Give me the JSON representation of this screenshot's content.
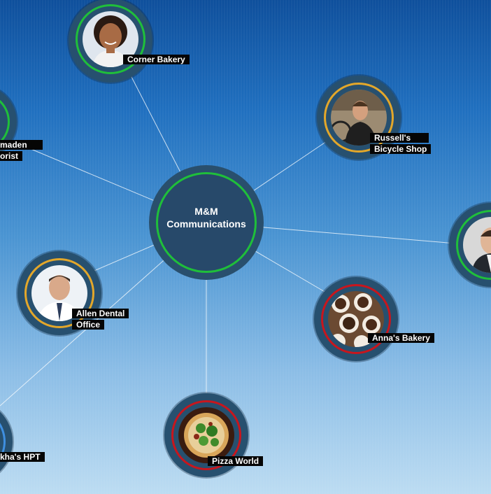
{
  "hub": {
    "line1": "M&M",
    "line2": "Communications"
  },
  "nodes": {
    "corner_bakery": {
      "label": "Corner Bakery"
    },
    "madden": {
      "line1": "maden",
      "line2": "orist"
    },
    "russells": {
      "line1": "Russell's",
      "line2": "Bicycle Shop"
    },
    "right_partial": {},
    "allen": {
      "line1": "Allen Dental",
      "line2": "Office"
    },
    "annas": {
      "label": "Anna's Bakery"
    },
    "pizza": {
      "label": "Pizza World"
    },
    "rekha": {
      "label": "kha's HPT"
    }
  },
  "colors": {
    "green": "#1fbf3a",
    "gold": "#e3a72a",
    "red": "#c8161d",
    "blue": "#3f8fe0"
  },
  "icons": [
    "avatar-woman",
    "avatar-man-bike",
    "avatar-man-dentist",
    "avatar-man-suit",
    "cupcakes",
    "pizza"
  ]
}
